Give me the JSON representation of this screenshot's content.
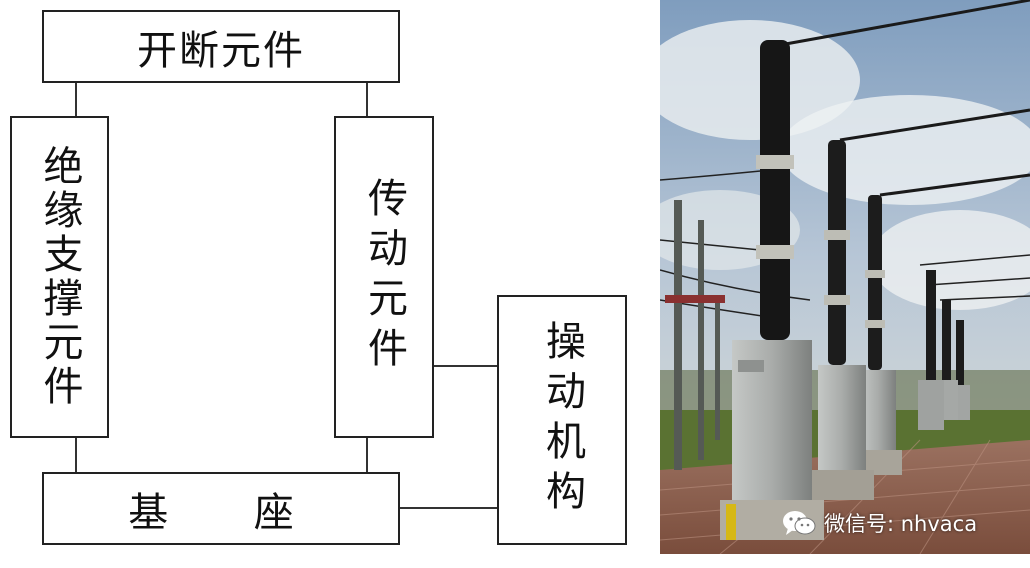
{
  "diagram": {
    "switching_element": "开断元件",
    "insulating_support": "绝缘支撑元件",
    "transmission_element": "传动元件",
    "operating_mechanism": "操动机构",
    "base": "基  座"
  },
  "photo": {
    "subject": "outdoor-substation-circuit-breakers",
    "colors": {
      "sky": "#9bb4cf",
      "porcelain": "#1c1c1c",
      "cabinet": "#a7aaa8",
      "ground": "#8a5a48",
      "grass": "#4d6b2a"
    }
  },
  "watermark": {
    "icon": "wechat-icon",
    "text": "微信号: nhvaca"
  }
}
